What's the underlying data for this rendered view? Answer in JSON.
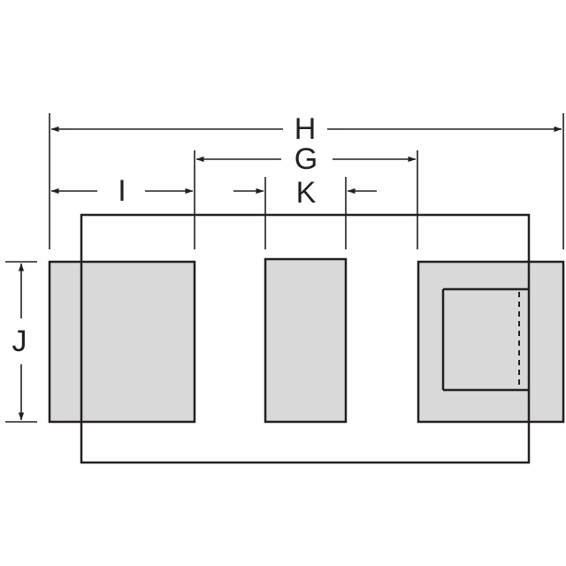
{
  "labels": {
    "h": "H",
    "g": "G",
    "i": "I",
    "k": "K",
    "j": "J"
  },
  "colors": {
    "pad_fill": "#d9d9d9",
    "line": "#231f20",
    "background": "#ffffff"
  }
}
